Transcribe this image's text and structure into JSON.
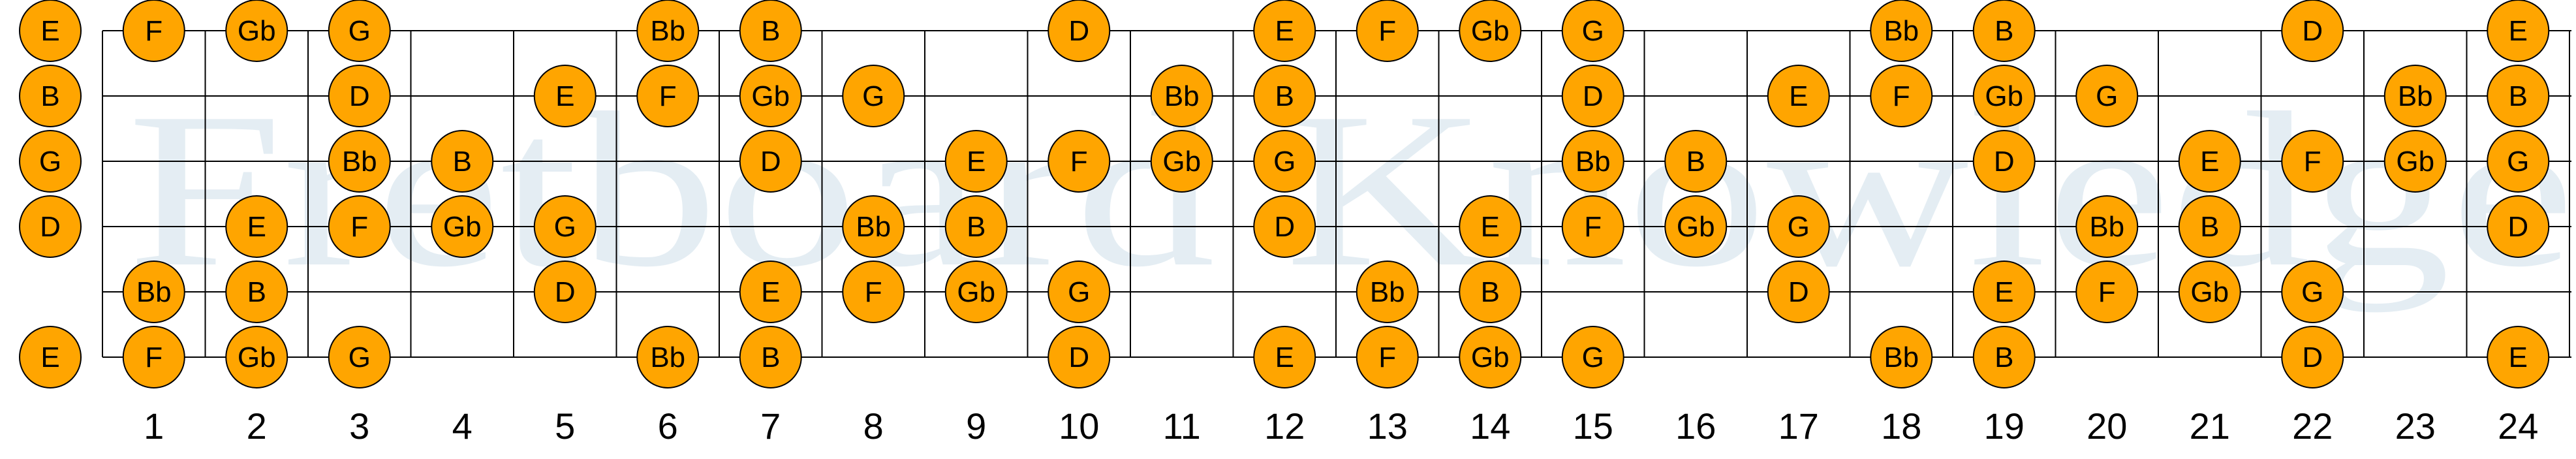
{
  "watermark": "Fretboard Knowledge",
  "colors": {
    "note_fill": "#FFA500",
    "note_stroke": "#000000",
    "line": "#000000",
    "watermark": "#cfe0ea"
  },
  "fret_numbers": [
    "1",
    "2",
    "3",
    "4",
    "5",
    "6",
    "7",
    "8",
    "9",
    "10",
    "11",
    "12",
    "13",
    "14",
    "15",
    "16",
    "17",
    "18",
    "19",
    "20",
    "21",
    "22",
    "23",
    "24"
  ],
  "strings": [
    {
      "name": "high-e",
      "notes": [
        {
          "fret": 0,
          "label": "E"
        },
        {
          "fret": 1,
          "label": "F"
        },
        {
          "fret": 2,
          "label": "Gb"
        },
        {
          "fret": 3,
          "label": "G"
        },
        {
          "fret": 6,
          "label": "Bb"
        },
        {
          "fret": 7,
          "label": "B"
        },
        {
          "fret": 10,
          "label": "D"
        },
        {
          "fret": 12,
          "label": "E"
        },
        {
          "fret": 13,
          "label": "F"
        },
        {
          "fret": 14,
          "label": "Gb"
        },
        {
          "fret": 15,
          "label": "G"
        },
        {
          "fret": 18,
          "label": "Bb"
        },
        {
          "fret": 19,
          "label": "B"
        },
        {
          "fret": 22,
          "label": "D"
        },
        {
          "fret": 24,
          "label": "E"
        }
      ]
    },
    {
      "name": "b",
      "notes": [
        {
          "fret": 0,
          "label": "B"
        },
        {
          "fret": 3,
          "label": "D"
        },
        {
          "fret": 5,
          "label": "E"
        },
        {
          "fret": 6,
          "label": "F"
        },
        {
          "fret": 7,
          "label": "Gb"
        },
        {
          "fret": 8,
          "label": "G"
        },
        {
          "fret": 11,
          "label": "Bb"
        },
        {
          "fret": 12,
          "label": "B"
        },
        {
          "fret": 15,
          "label": "D"
        },
        {
          "fret": 17,
          "label": "E"
        },
        {
          "fret": 18,
          "label": "F"
        },
        {
          "fret": 19,
          "label": "Gb"
        },
        {
          "fret": 20,
          "label": "G"
        },
        {
          "fret": 23,
          "label": "Bb"
        },
        {
          "fret": 24,
          "label": "B"
        }
      ]
    },
    {
      "name": "g",
      "notes": [
        {
          "fret": 0,
          "label": "G"
        },
        {
          "fret": 3,
          "label": "Bb"
        },
        {
          "fret": 4,
          "label": "B"
        },
        {
          "fret": 7,
          "label": "D"
        },
        {
          "fret": 9,
          "label": "E"
        },
        {
          "fret": 10,
          "label": "F"
        },
        {
          "fret": 11,
          "label": "Gb"
        },
        {
          "fret": 12,
          "label": "G"
        },
        {
          "fret": 15,
          "label": "Bb"
        },
        {
          "fret": 16,
          "label": "B"
        },
        {
          "fret": 19,
          "label": "D"
        },
        {
          "fret": 21,
          "label": "E"
        },
        {
          "fret": 22,
          "label": "F"
        },
        {
          "fret": 23,
          "label": "Gb"
        },
        {
          "fret": 24,
          "label": "G"
        }
      ]
    },
    {
      "name": "d",
      "notes": [
        {
          "fret": 0,
          "label": "D"
        },
        {
          "fret": 2,
          "label": "E"
        },
        {
          "fret": 3,
          "label": "F"
        },
        {
          "fret": 4,
          "label": "Gb"
        },
        {
          "fret": 5,
          "label": "G"
        },
        {
          "fret": 8,
          "label": "Bb"
        },
        {
          "fret": 9,
          "label": "B"
        },
        {
          "fret": 12,
          "label": "D"
        },
        {
          "fret": 14,
          "label": "E"
        },
        {
          "fret": 15,
          "label": "F"
        },
        {
          "fret": 16,
          "label": "Gb"
        },
        {
          "fret": 17,
          "label": "G"
        },
        {
          "fret": 20,
          "label": "Bb"
        },
        {
          "fret": 21,
          "label": "B"
        },
        {
          "fret": 24,
          "label": "D"
        }
      ]
    },
    {
      "name": "a",
      "notes": [
        {
          "fret": 1,
          "label": "Bb"
        },
        {
          "fret": 2,
          "label": "B"
        },
        {
          "fret": 5,
          "label": "D"
        },
        {
          "fret": 7,
          "label": "E"
        },
        {
          "fret": 8,
          "label": "F"
        },
        {
          "fret": 9,
          "label": "Gb"
        },
        {
          "fret": 10,
          "label": "G"
        },
        {
          "fret": 13,
          "label": "Bb"
        },
        {
          "fret": 14,
          "label": "B"
        },
        {
          "fret": 17,
          "label": "D"
        },
        {
          "fret": 19,
          "label": "E"
        },
        {
          "fret": 20,
          "label": "F"
        },
        {
          "fret": 21,
          "label": "Gb"
        },
        {
          "fret": 22,
          "label": "G"
        }
      ]
    },
    {
      "name": "low-e",
      "notes": [
        {
          "fret": 0,
          "label": "E"
        },
        {
          "fret": 1,
          "label": "F"
        },
        {
          "fret": 2,
          "label": "Gb"
        },
        {
          "fret": 3,
          "label": "G"
        },
        {
          "fret": 6,
          "label": "Bb"
        },
        {
          "fret": 7,
          "label": "B"
        },
        {
          "fret": 10,
          "label": "D"
        },
        {
          "fret": 12,
          "label": "E"
        },
        {
          "fret": 13,
          "label": "F"
        },
        {
          "fret": 14,
          "label": "Gb"
        },
        {
          "fret": 15,
          "label": "G"
        },
        {
          "fret": 18,
          "label": "Bb"
        },
        {
          "fret": 19,
          "label": "B"
        },
        {
          "fret": 22,
          "label": "D"
        },
        {
          "fret": 24,
          "label": "E"
        }
      ]
    }
  ]
}
